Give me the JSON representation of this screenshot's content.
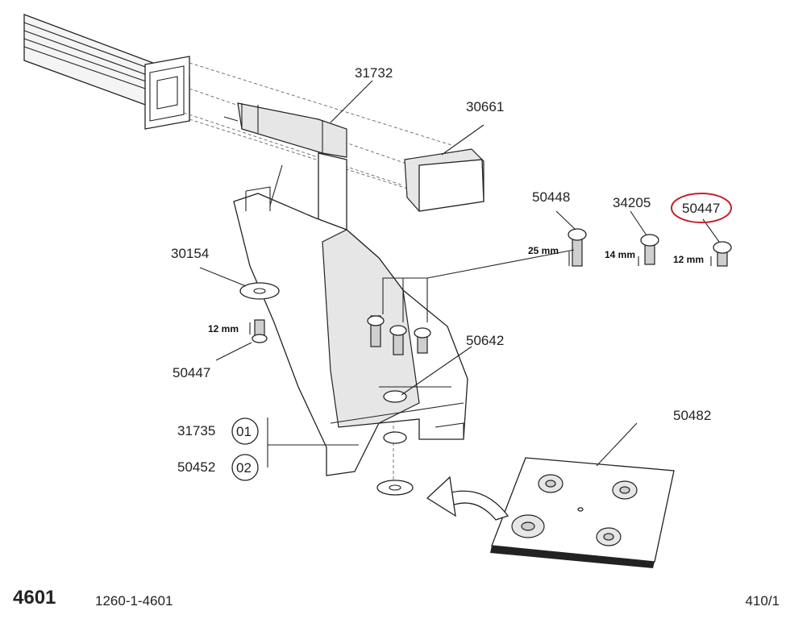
{
  "parts": {
    "p31732": "31732",
    "p30661": "30661",
    "p50448": "50448",
    "p34205": "34205",
    "p50447_highlight": "50447",
    "p30154": "30154",
    "p50447_left": "50447",
    "p50642": "50642",
    "p50482": "50482",
    "p31735": "31735",
    "p50452": "50452"
  },
  "lengths": {
    "len25": "25 mm",
    "len14": "14 mm",
    "len12_right": "12 mm",
    "len12_left": "12 mm"
  },
  "quantities": {
    "q01": "01",
    "q02": "02"
  },
  "footer": {
    "model": "4601",
    "code": "1260-1-4601",
    "page": "410/1"
  },
  "colors": {
    "highlight": "#c8202a",
    "line": "#222222"
  }
}
